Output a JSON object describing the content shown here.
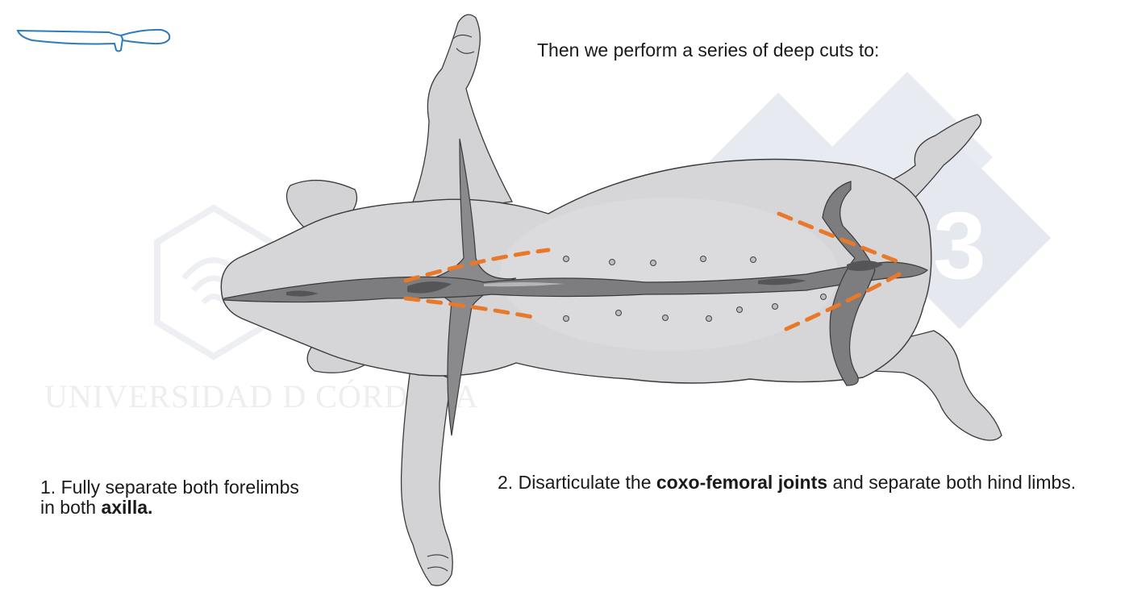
{
  "heading": "Then we perform a series of deep cuts to:",
  "steps": [
    {
      "number": "1.",
      "before": "Fully separate both forelimbs in both",
      "bold": "axilla.",
      "after": ""
    },
    {
      "number": "2.",
      "before": "Disarticulate the",
      "bold": "coxo-femoral joints",
      "after": "and separate both hind limbs."
    }
  ],
  "watermark": {
    "university": "UNIVERSIDAD D CÓRDOBA",
    "badge_number": "3"
  },
  "icons": {
    "tool": "knife-icon"
  },
  "colors": {
    "cut_line": "#e8792b",
    "body_fill": "#d6d6d8",
    "body_stroke": "#3a3a3a",
    "skin_dark": "#7d7d7d",
    "knife_outline": "#2b7bbd",
    "watermark": "#eceff4"
  }
}
